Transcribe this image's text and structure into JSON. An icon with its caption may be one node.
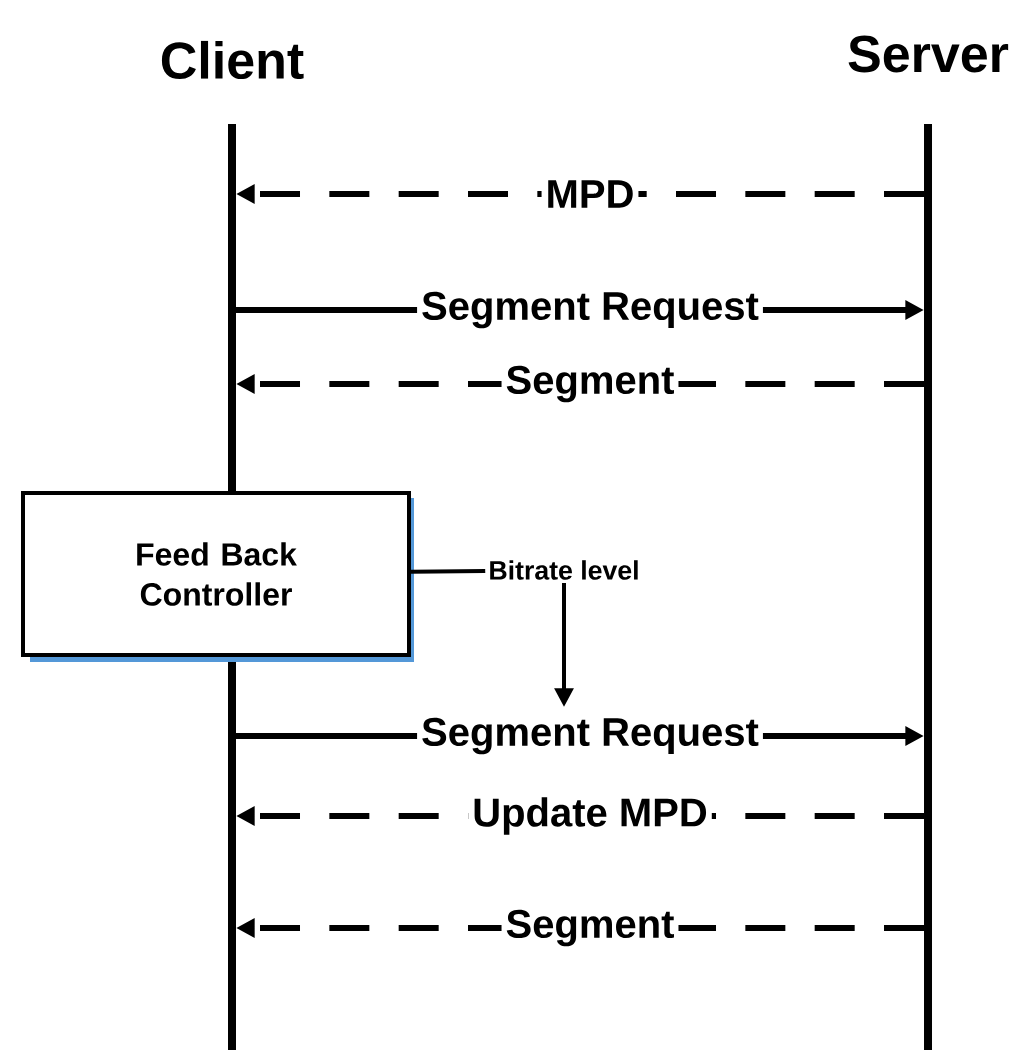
{
  "diagram": {
    "nodes": [
      {
        "text": [
          "Client"
        ]
      },
      {
        "text": [
          "Server"
        ]
      },
      {
        "text": [
          "Feed Back Controller"
        ]
      },
      {
        "text": [
          "Bitrate level"
        ]
      }
    ],
    "edges": [
      {
        "from": 1,
        "to": 0,
        "arrow": "to",
        "label": "MPD",
        "style": "dashed"
      },
      {
        "from": 0,
        "to": 1,
        "arrow": "to",
        "label": "Segment Request"
      },
      {
        "from": 1,
        "to": 0,
        "arrow": "to",
        "label": "Segment",
        "style": "dashed"
      },
      {
        "from": 0,
        "to": 1,
        "arrow": "to",
        "label": "Segment Request"
      },
      {
        "from": 1,
        "to": 0,
        "arrow": "to",
        "label": "Update MPD",
        "style": "dashed"
      },
      {
        "from": 1,
        "to": 0,
        "arrow": "to",
        "label": "Segment",
        "style": "dashed"
      },
      {
        "from": 2,
        "to": 3,
        "arrow": "none"
      },
      {
        "from": 3,
        "to": null,
        "arrow": "to"
      }
    ]
  }
}
